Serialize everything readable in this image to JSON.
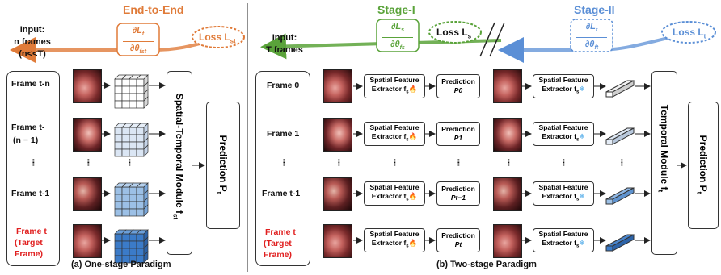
{
  "left": {
    "header": "End-to-End",
    "input_label": [
      "Input:",
      "n frames",
      "(n<<T)"
    ],
    "loss_label": "Loss L",
    "loss_sub": "st",
    "grad_num": "∂L",
    "grad_num_sub": "t",
    "grad_den": "∂θ",
    "grad_den_sub": "fst",
    "frames": [
      "Frame t-n",
      "Frame t-",
      "(n − 1)",
      "⋮",
      "Frame t-1",
      "Frame t",
      "(Target",
      "Frame)"
    ],
    "module_label": "Spatial-Temporal Module f",
    "module_sub": "st",
    "prediction_label": "Prediction P",
    "prediction_sub": "t",
    "caption": "(a) One-stage Paradigm"
  },
  "right": {
    "stage1": "Stage-I",
    "stage2": "Stage-II",
    "input_label": [
      "Input:",
      "T frames"
    ],
    "loss1_label": "Loss L",
    "loss1_sub": "s",
    "grad1_num": "∂L",
    "grad1_num_sub": "s",
    "grad1_den": "∂θ",
    "grad1_den_sub": "fs",
    "loss2_label": "Loss L",
    "loss2_sub": "t",
    "grad2_num": "∂L",
    "grad2_num_sub": "t",
    "grad2_den": "∂θ",
    "grad2_den_sub": "ft",
    "frames": [
      "Frame 0",
      "Frame 1",
      "⋮",
      "Frame t-1",
      "Frame t",
      "(Target",
      "Frame)"
    ],
    "extractor_line1": "Spatial Feature",
    "extractor_line2": "Extractor f",
    "extractor_sub": "s",
    "prediction": "Prediction",
    "pred_subs": [
      "P0",
      "P1",
      "Pt−1",
      "Pt"
    ],
    "dots": "⋮",
    "temporal_label": "Temporal Module f",
    "temporal_sub": "t",
    "prediction_label": "Prediction P",
    "prediction_sub": "t",
    "caption": "(b) Two-stage Paradigm"
  },
  "colors": {
    "orange": "#e07b39",
    "green": "#5aa33a",
    "blue": "#5b8fd6",
    "red": "#e02020",
    "cube_light": "#dbe6f4",
    "cube_mid": "#9cc0e6",
    "cube_dark": "#3b7bc8"
  }
}
